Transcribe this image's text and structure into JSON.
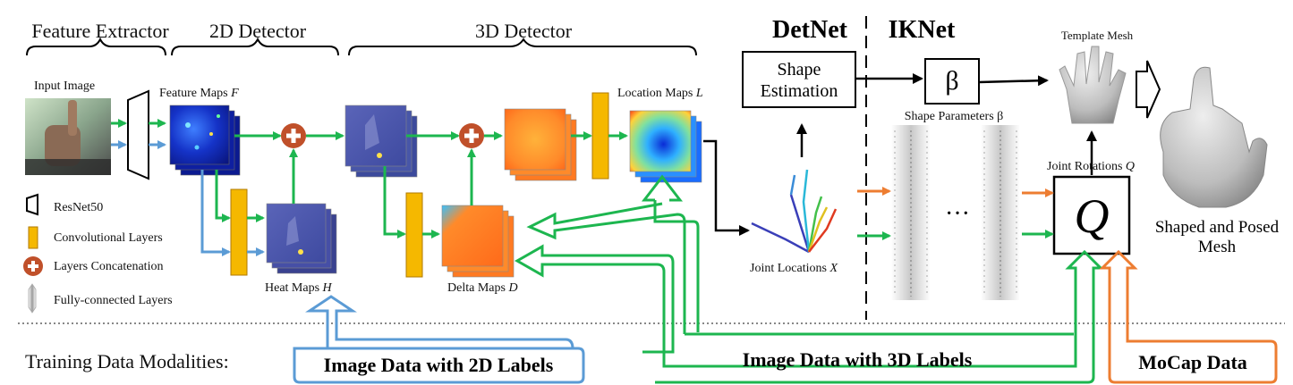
{
  "sections": {
    "feature_extractor": "Feature Extractor",
    "detector_2d": "2D Detector",
    "detector_3d": "3D Detector",
    "detnet": "DetNet",
    "iknet": "IKNet"
  },
  "labels": {
    "input_image": "Input Image",
    "feature_maps": "Feature Maps",
    "feature_maps_sym": "F",
    "heat_maps": "Heat Maps",
    "heat_maps_sym": "H",
    "delta_maps": "Delta Maps",
    "delta_maps_sym": "D",
    "location_maps": "Location Maps",
    "location_maps_sym": "L",
    "shape_estimation_line1": "Shape",
    "shape_estimation_line2": "Estimation",
    "beta_symbol": "β",
    "shape_parameters": "Shape Parameters β",
    "template_mesh": "Template Mesh",
    "joint_locations": "Joint Locations",
    "joint_locations_sym": "X",
    "joint_rotations": "Joint Rotations",
    "joint_rotations_sym": "Q",
    "q_symbol": "Q",
    "ellipsis": "···",
    "shaped_posed_line1": "Shaped and Posed",
    "shaped_posed_line2": "Mesh"
  },
  "legend": {
    "resnet": "ResNet50",
    "conv": "Convolutional Layers",
    "concat": "Layers Concatenation",
    "fc": "Fully-connected Layers"
  },
  "bottom": {
    "modalities_label": "Training Data Modalities:",
    "data_2d": "Image Data with 2D Labels",
    "data_3d": "Image Data with 3D Labels",
    "data_mocap": "MoCap Data"
  },
  "colors": {
    "green": "#1db64f",
    "blue": "#5b9bd5",
    "orange": "#ed7d31",
    "conv_fill": "#f5b800",
    "concat": "#c0502a"
  }
}
